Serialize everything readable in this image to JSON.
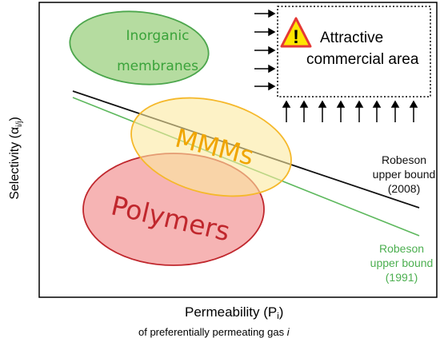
{
  "axes": {
    "y_label_main": "Selectivity (α",
    "y_label_sub": "i/j",
    "y_label_close": ")",
    "x_label_main": "Permeability (P",
    "x_label_sub": "i",
    "x_label_close": ")",
    "x_sublabel_prefix": "of preferentially permeating gas ",
    "x_sublabel_var": "i"
  },
  "regions": {
    "inorganic": {
      "line1": "Inorganic",
      "line2": "membranes",
      "text_color": "#3aa33a",
      "fill": "#b5dca0",
      "stroke": "#4ca64c"
    },
    "mmms": {
      "label": "MMMs",
      "text_color": "#f0a500",
      "fill": "#fbe9a0",
      "stroke": "#f5b82a"
    },
    "polymers": {
      "label": "Polymers",
      "text_color": "#c0272d",
      "fill": "#f4a7a7",
      "stroke": "#c0272d"
    }
  },
  "bounds": {
    "bound_2008": {
      "line1": "Robeson",
      "line2": "upper bound",
      "line3": "(2008)",
      "color": "#111111"
    },
    "bound_1991": {
      "line1": "Robeson",
      "line2": "upper bound",
      "line3": "(1991)",
      "color": "#4caf50"
    }
  },
  "commercial": {
    "line1": "Attractive",
    "line2": "commercial area",
    "warning_icon": "warning-icon",
    "warning_fill": "#ffe600",
    "warning_stroke": "#e53935"
  }
}
